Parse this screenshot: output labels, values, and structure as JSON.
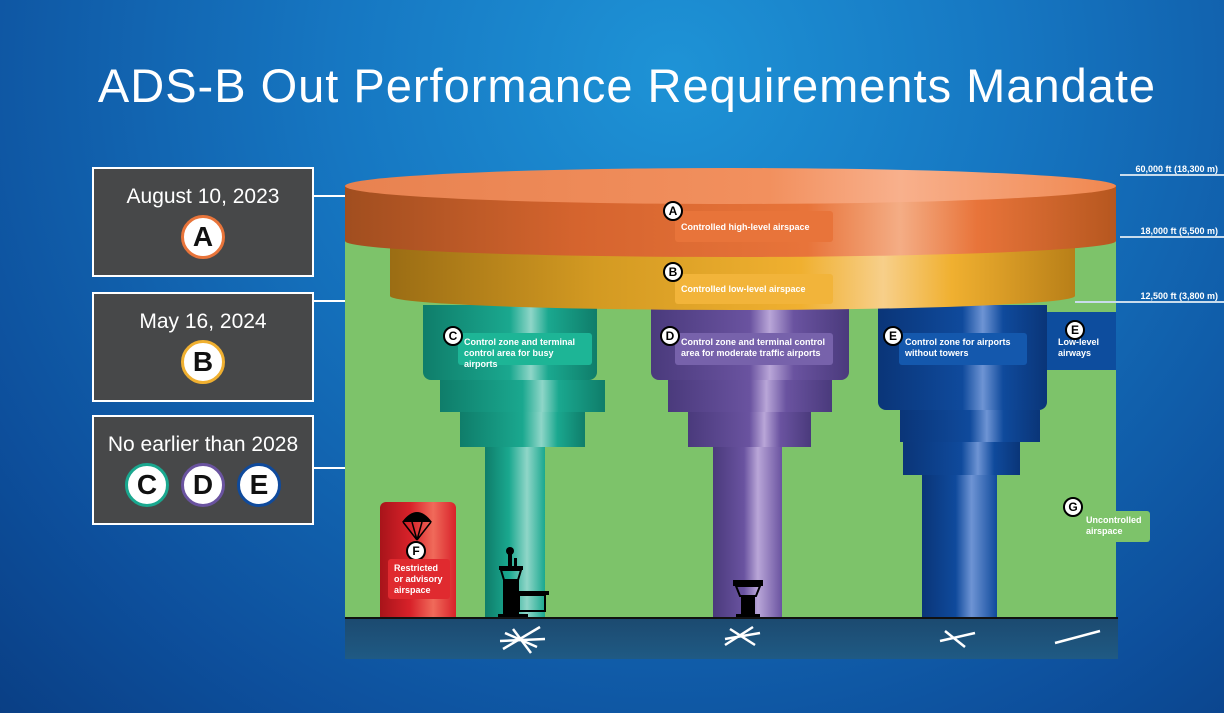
{
  "title": "ADS-B Out Performance Requirements Mandate",
  "timeline": [
    {
      "date": "August 10, 2023",
      "classes": [
        "A"
      ]
    },
    {
      "date": "May 16, 2024",
      "classes": [
        "B"
      ]
    },
    {
      "date": "No earlier than 2028",
      "classes": [
        "C",
        "D",
        "E"
      ]
    }
  ],
  "altitudes": [
    "60,000 ft (18,300 m)",
    "18,000 ft (5,500 m)",
    "12,500 ft (3,800 m)"
  ],
  "airspaces": {
    "A": {
      "letter": "A",
      "label": "Controlled high-level airspace",
      "color": "#e8743a"
    },
    "B": {
      "letter": "B",
      "label": "Controlled low-level airspace",
      "color": "#f0b030"
    },
    "C": {
      "letter": "C",
      "label": "Control zone and terminal control area for busy airports",
      "color": "#1aa88f"
    },
    "D": {
      "letter": "D",
      "label": "Control zone and terminal control area for moderate traffic airports",
      "color": "#6a53a0"
    },
    "E": {
      "letter": "E",
      "label": "Control zone for airports without towers",
      "color": "#0f4a9c"
    },
    "E2": {
      "letter": "E",
      "label": "Low-level airways",
      "color": "#0d4d9e"
    },
    "F": {
      "letter": "F",
      "label": "Restricted or advisory airspace",
      "color": "#d8222a"
    },
    "G": {
      "letter": "G",
      "label": "Uncontrolled airspace",
      "color": "#7dc36a"
    }
  }
}
